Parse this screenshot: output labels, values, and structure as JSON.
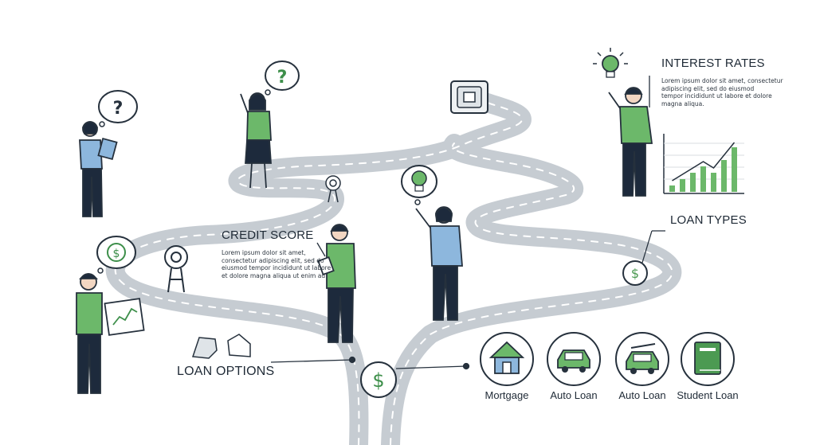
{
  "labels": {
    "interest_rates": "INTEREST RATES",
    "credit_score": "CREDIT SCORE",
    "loan_types": "LOAN TYPES",
    "loan_options": "LOAN OPTIONS"
  },
  "body_texts": {
    "interest_rates": [
      "Lorem ipsum dolor sit amet, consectetur",
      "adipiscing elit, sed do eiusmod",
      "tempor incididunt ut labore et dolore",
      "magna aliqua."
    ],
    "credit_score": [
      "Lorem ipsum dolor sit amet,",
      "consectetur adipiscing elit, sed do",
      "eiusmod tempor incididunt ut labore",
      "et dolore magna aliqua ut enim ad"
    ]
  },
  "loan_options": [
    {
      "label": "Mortgage",
      "icon": "house-icon"
    },
    {
      "label": "Auto Loan",
      "icon": "car-icon"
    },
    {
      "label": "Auto Loan",
      "icon": "car-with-roof-rack-icon"
    },
    {
      "label": "Student Loan",
      "icon": "book-icon"
    }
  ],
  "colors": {
    "road": "#c6ccd2",
    "road_dash": "#ffffff",
    "outline": "#26313d",
    "green": "#6cb86a",
    "green_dark": "#4c9a52",
    "blue_shirt": "#8db7dd",
    "navy": "#1d2a3c"
  },
  "mini_chart": {
    "values": [
      1,
      2,
      3,
      4,
      3,
      5,
      7
    ]
  }
}
